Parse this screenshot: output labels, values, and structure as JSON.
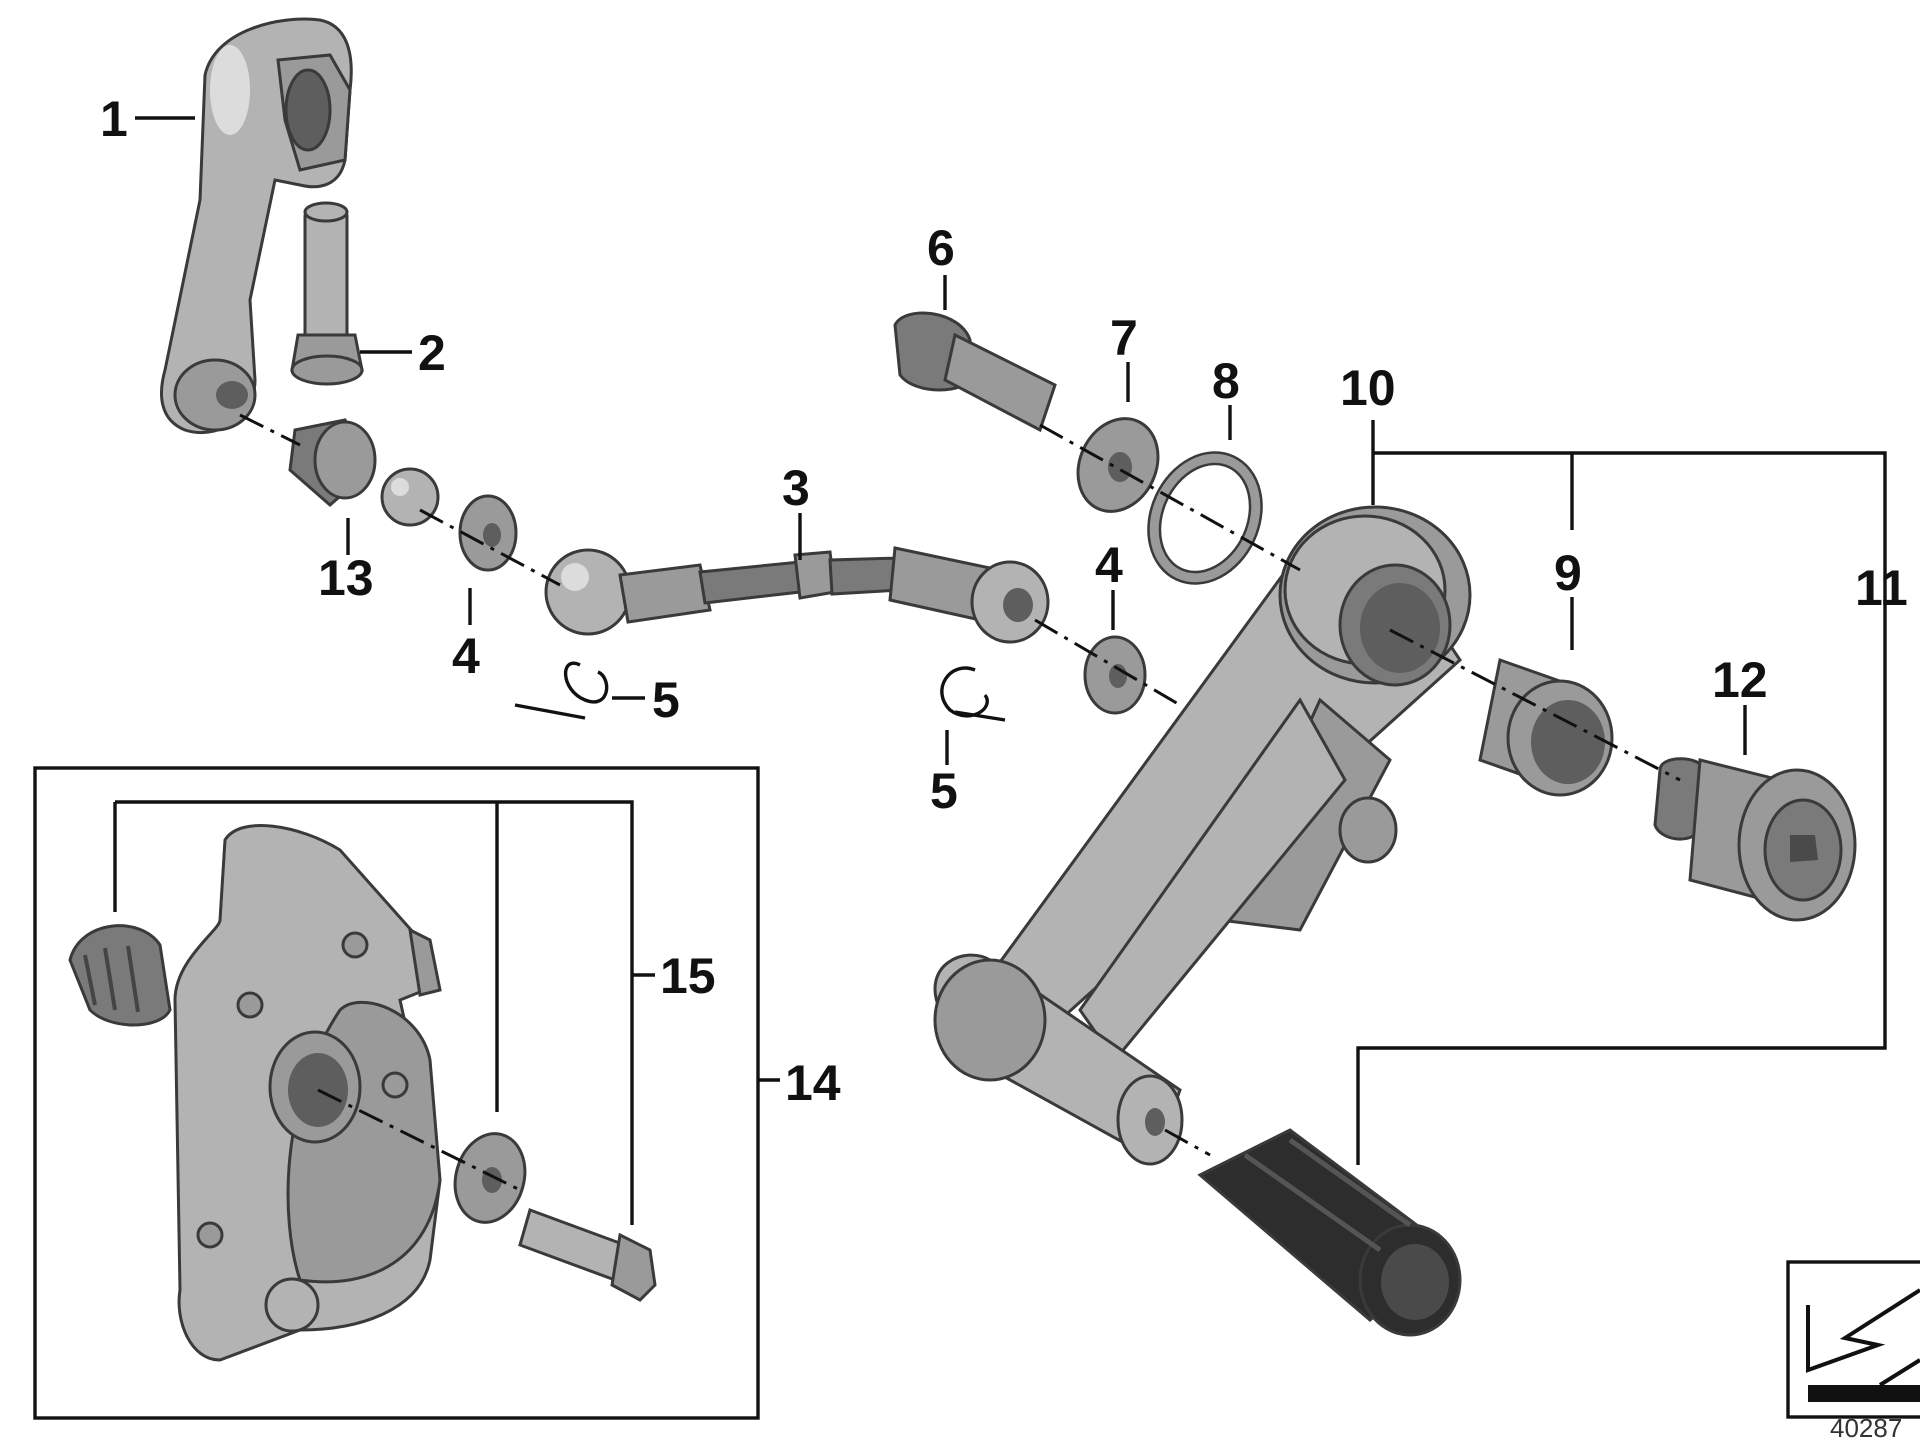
{
  "diagram": {
    "callouts": [
      {
        "id": "1",
        "label": "1"
      },
      {
        "id": "2",
        "label": "2"
      },
      {
        "id": "3",
        "label": "3"
      },
      {
        "id": "4a",
        "label": "4"
      },
      {
        "id": "4b",
        "label": "4"
      },
      {
        "id": "5a",
        "label": "5"
      },
      {
        "id": "5b",
        "label": "5"
      },
      {
        "id": "6",
        "label": "6"
      },
      {
        "id": "7",
        "label": "7"
      },
      {
        "id": "8",
        "label": "8"
      },
      {
        "id": "9",
        "label": "9"
      },
      {
        "id": "10",
        "label": "10"
      },
      {
        "id": "11",
        "label": "11"
      },
      {
        "id": "12",
        "label": "12"
      },
      {
        "id": "13",
        "label": "13"
      },
      {
        "id": "14",
        "label": "14"
      },
      {
        "id": "15",
        "label": "15"
      }
    ],
    "reference_number": "40287",
    "colors": {
      "part_light": "#b3b3b3",
      "part_mid": "#9a9a9a",
      "part_dark": "#7a7a7a",
      "rubber": "#2d2d2d",
      "line": "#111111",
      "background": "#ffffff"
    }
  }
}
